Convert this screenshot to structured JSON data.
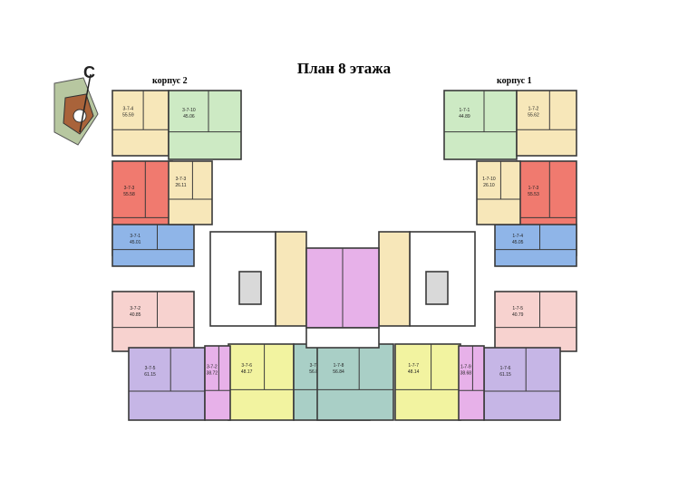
{
  "title": "План 8 этажа",
  "buildings": {
    "left": "корпус 2",
    "right": "корпус 1"
  },
  "compass": {
    "letter": "С",
    "colors": {
      "outer": "#b7c7a0",
      "inner": "#a9633a"
    }
  },
  "colors": {
    "yellow": "#f7e7b9",
    "green": "#cdeac4",
    "red": "#f07a6f",
    "blue": "#8fb5e8",
    "cyan": "#bfe1e8",
    "pink": "#f7d2cf",
    "purple": "#c6b6e6",
    "lime": "#f2f3a0",
    "magenta": "#e7b1e9",
    "teal": "#a9cfc6",
    "grey": "#d9d9d9",
    "wall": "#3a3a3a"
  },
  "apartments_left": [
    {
      "label": "3-7-4",
      "area": "55.59",
      "color": "yellow"
    },
    {
      "label": "3-7-10",
      "area": "45.06",
      "color": "green"
    },
    {
      "label": "3-7-3",
      "area": "55.58",
      "color": "red"
    },
    {
      "label": "3-7-1",
      "area": "45.01",
      "color": "blue"
    },
    {
      "label": "3-7-2",
      "area": "40.85",
      "color": "pink"
    },
    {
      "label": "3-7-5",
      "area": "61.15",
      "color": "purple"
    },
    {
      "label": "3-7-6",
      "area": "48.17",
      "color": "lime"
    },
    {
      "label": "3-7-8",
      "area": "56.86",
      "color": "teal"
    },
    {
      "label": "3-7-2",
      "area": "38.72",
      "color": "magenta"
    },
    {
      "label": "3-7-3",
      "area": "26.11",
      "color": "yellow"
    }
  ],
  "apartments_right": [
    {
      "label": "1-7-1",
      "area": "44.89",
      "color": "green"
    },
    {
      "label": "1-7-2",
      "area": "55.62",
      "color": "yellow"
    },
    {
      "label": "1-7-3",
      "area": "55.53",
      "color": "red"
    },
    {
      "label": "1-7-4",
      "area": "45.05",
      "color": "blue"
    },
    {
      "label": "1-7-5",
      "area": "40.79",
      "color": "pink"
    },
    {
      "label": "1-7-6",
      "area": "61.15",
      "color": "purple"
    },
    {
      "label": "1-7-7",
      "area": "48.14",
      "color": "lime"
    },
    {
      "label": "1-7-8",
      "area": "56.84",
      "color": "teal"
    },
    {
      "label": "1-7-9",
      "area": "38.68",
      "color": "magenta"
    },
    {
      "label": "1-7-10",
      "area": "26.10",
      "color": "yellow"
    }
  ]
}
